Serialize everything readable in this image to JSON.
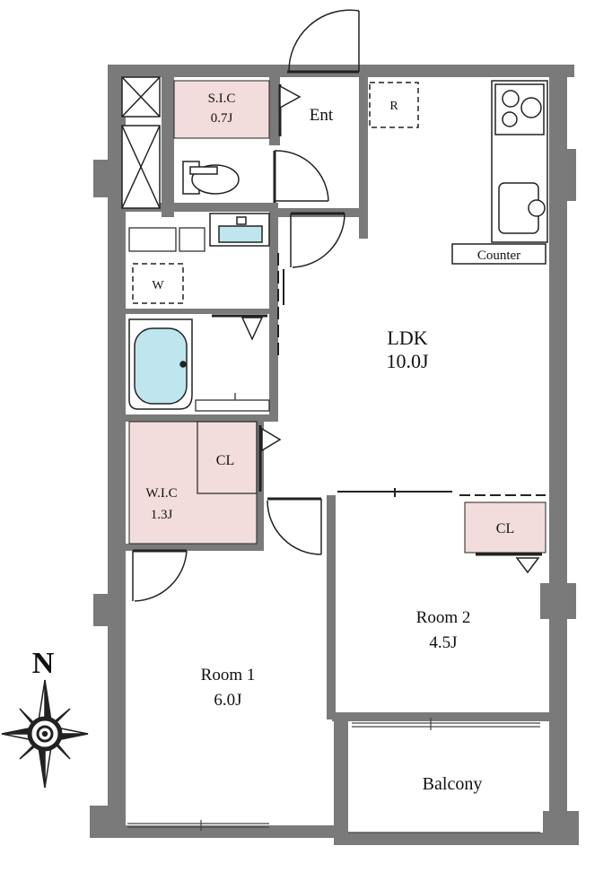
{
  "rooms": {
    "sic_name": "S.I.C",
    "sic_size": "0.7J",
    "entrance": "Ent",
    "refrigerator": "R",
    "counter": "Counter",
    "washer": "W",
    "ldk_name": "LDK",
    "ldk_size": "10.0J",
    "closet_1": "CL",
    "wic_name": "W.I.C",
    "wic_size": "1.3J",
    "closet_2": "CL",
    "room1_name": "Room 1",
    "room1_size": "6.0J",
    "room2_name": "Room 2",
    "room2_size": "4.5J",
    "balcony": "Balcony"
  },
  "compass": {
    "north": "N"
  },
  "colors": {
    "wall": "#7a7a7a",
    "storage_fill": "#f3dcdc",
    "bath_fill": "#bfe6ee",
    "line": "#222222"
  }
}
